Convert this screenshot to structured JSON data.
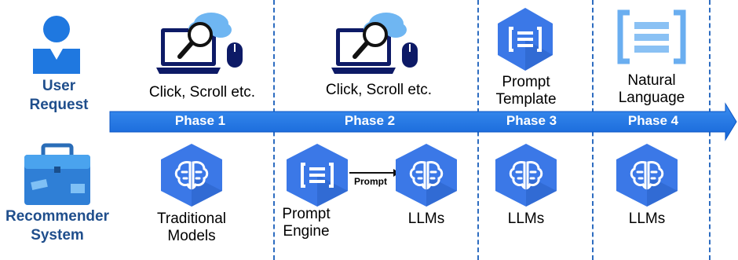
{
  "user": {
    "line1": "User",
    "line2": "Request",
    "icon": "user-icon"
  },
  "system": {
    "line1": "Recommender",
    "line2": "System",
    "icon": "toolbox-icon"
  },
  "phases": [
    {
      "label": "Phase 1",
      "request": "Click, Scroll etc.",
      "model": "Traditional Models"
    },
    {
      "label": "Phase 2",
      "request": "Click, Scroll etc.",
      "engine_line1": "Prompt",
      "engine_line2": "Engine",
      "model": "LLMs",
      "arrow_label": "Prompt"
    },
    {
      "label": "Phase 3",
      "request_line1": "Prompt",
      "request_line2": "Template",
      "model": "LLMs"
    },
    {
      "label": "Phase 4",
      "request_line1": "Natural",
      "request_line2": "Language",
      "model": "LLMs"
    }
  ],
  "phase1_model_line1": "Traditional",
  "phase1_model_line2": "Models",
  "colors": {
    "accent": "#1f78e0",
    "hex": "#3b78e7",
    "hex_dark": "#2b63c8",
    "label_blue": "#1f4e8c"
  }
}
